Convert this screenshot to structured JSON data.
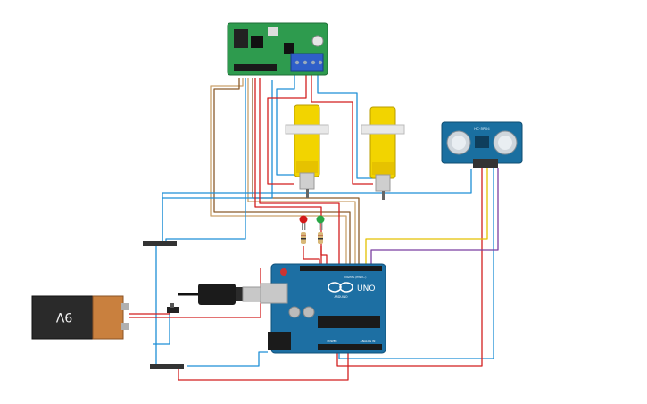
{
  "battery": {
    "label": "9V"
  },
  "arduino": {
    "logo_text": "UNO",
    "brand_text": "ARDUINO",
    "digital_label": "DIGITAL (PWM~)",
    "power_label": "POWER",
    "analog_label": "ANALOG IN"
  },
  "sensor": {
    "model": "HC-SR04"
  },
  "colors": {
    "blue_wire": "#1e8fd6",
    "red_wire": "#d21f1f",
    "brown_wire": "#8a5a2b",
    "tan_wire": "#c9a16b",
    "yellow_wire": "#e3c100",
    "purple_wire": "#7b3fa0",
    "arduino_board": "#1d6fa3",
    "driver_board": "#2e9b4e",
    "motor_yellow": "#f2d400",
    "sensor_board": "#1a6fa0"
  }
}
